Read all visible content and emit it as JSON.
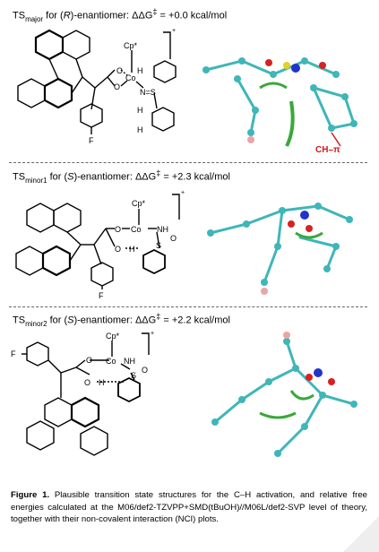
{
  "panels": [
    {
      "ts": "TS",
      "sub": "major",
      "rest": " for (",
      "enant": "R",
      "rest2": ")-enantiomer: ΔΔG",
      "value": " = +0.0 kcal/mol"
    },
    {
      "ts": "TS",
      "sub": "minor1",
      "rest": " for (",
      "enant": "S",
      "rest2": ")-enantiomer: ΔΔG",
      "value": " = +2.3 kcal/mol"
    },
    {
      "ts": "TS",
      "sub": "minor2",
      "rest": " for (",
      "enant": "S",
      "rest2": ")-enantiomer: ΔΔG",
      "value": " = +2.2 kcal/mol"
    }
  ],
  "structure_labels": {
    "cp": "Cp*",
    "co": "Co",
    "o": "O",
    "h": "H",
    "nh": "NH",
    "n_s": "N=S",
    "s": "S",
    "f": "F",
    "charge": "+",
    "dagger": "‡"
  },
  "ch_pi_label": "CH–π",
  "caption": {
    "lead": "Figure 1.",
    "text": " Plausible transition state structures for the C–H activation, and relative free energies calculated at the M06/def2-TZVPP+SMD(tBuOH)//M06L/def2-SVP level of theory, together with their non-covalent interaction (NCI) plots."
  },
  "colors": {
    "carbon": "#3fb6b8",
    "hydrogen": "#e8e8e8",
    "oxygen": "#d92121",
    "nitrogen": "#2233cc",
    "sulfur": "#e3d21f",
    "fluorine": "#e8a6a6",
    "nci_green": "#3aa83a",
    "arrow_red": "#d11919",
    "divider": "#666666"
  }
}
